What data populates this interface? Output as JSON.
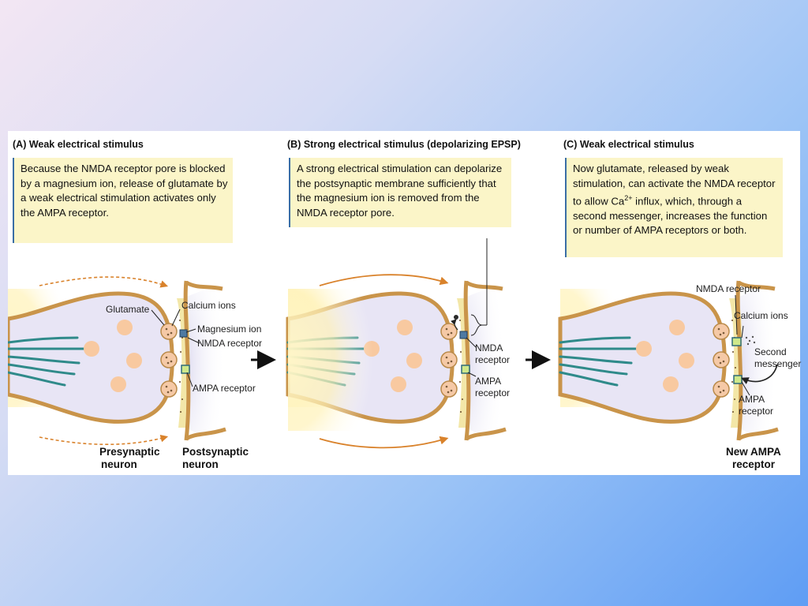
{
  "panels": [
    {
      "title": "(A)  Weak electrical stimulus",
      "text": "Because the NMDA receptor pore is blocked by a magnesium ion, release of glutamate by a weak electrical stimulation activates only the AMPA receptor.",
      "labels": {
        "glutamate": "Glutamate",
        "calcium": "Calcium ions",
        "magnesium": "Magnesium ion",
        "nmda": "NMDA receptor",
        "ampa": "AMPA receptor",
        "pre_1": "Presynaptic",
        "pre_2": "neuron",
        "post_1": "Postsynaptic",
        "post_2": "neuron"
      }
    },
    {
      "title": "(B)  Strong electrical stimulus (depolarizing EPSP)",
      "text": "A strong electrical stimulation can depolarize the postsynaptic membrane sufficiently that the magnesium ion is removed from the NMDA receptor pore.",
      "labels": {
        "nmda_1": "NMDA",
        "nmda_2": "receptor",
        "ampa_1": "AMPA",
        "ampa_2": "receptor"
      }
    },
    {
      "title": "(C)  Weak electrical stimulus",
      "text_before_sup": "Now glutamate, released by weak stimulation, can activate the NMDA receptor to allow Ca",
      "text_sup": "2+",
      "text_after_sup": " influx, which, through a second messenger, increases the function or number of AMPA receptors or both.",
      "labels": {
        "nmda": "NMDA receptor",
        "calcium": "Calcium ions",
        "second_1": "Second",
        "second_2": "messenger",
        "ampa_1": "AMPA",
        "ampa_2": "receptor",
        "new_1": "New AMPA",
        "new_2": "receptor"
      }
    }
  ],
  "colors": {
    "membrane": "#c9944a",
    "cleft": "#f3e7a8",
    "cytoplasm": "#e7e4f4",
    "vesicle": "#f8c9a0",
    "receptor": "#3a6b8e",
    "fiber": "#2f8a8a",
    "textbox_bg": "#fbf5c8",
    "textbox_border": "#3a6ea5"
  }
}
